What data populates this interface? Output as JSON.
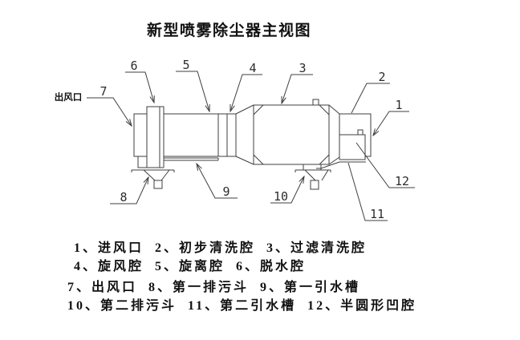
{
  "title": "新型喷雾除尘器主视图",
  "diagram": {
    "outlet_label": "出风口",
    "callouts": {
      "c1": "1",
      "c2": "2",
      "c3": "3",
      "c4": "4",
      "c5": "5",
      "c6": "6",
      "c7": "7",
      "c8": "8",
      "c9": "9",
      "c10": "10",
      "c11": "11",
      "c12": "12"
    }
  },
  "legend": {
    "lines": [
      "1、进风口  2、初步清洗腔  3、过滤清洗腔",
      "4、旋风腔  5、旋离腔  6、脱水腔",
      "7、出风口  8、第一排污斗  9、第一引水槽",
      "10、第二排污斗  11、第二引水槽  12、半圆形凹腔"
    ]
  },
  "colors": {
    "line": "#3f3f3f",
    "text": "#111111",
    "background": "#ffffff"
  }
}
